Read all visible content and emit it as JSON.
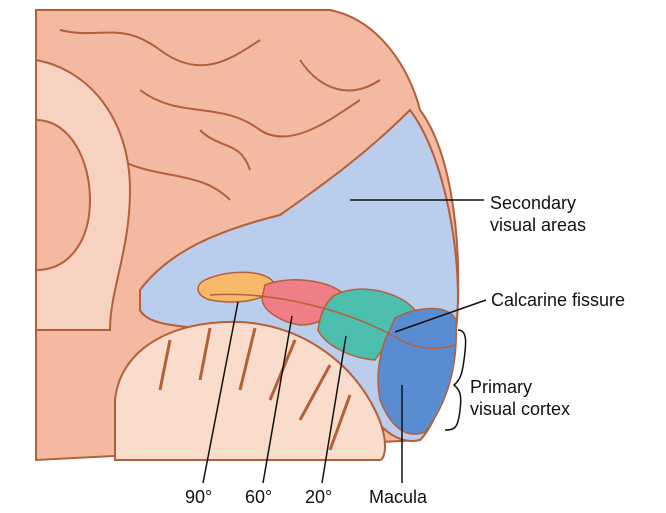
{
  "labels": {
    "secondary_visual_areas": [
      "Secondary",
      "visual areas"
    ],
    "calcarine_fissure": "Calcarine fissure",
    "primary_visual_cortex": [
      "Primary",
      "visual cortex"
    ],
    "deg_90": "90°",
    "deg_60": "60°",
    "deg_20": "20°",
    "macula": "Macula"
  },
  "colors": {
    "cortex": "#f3b9a1",
    "outline": "#b2603a",
    "secondary_area": "#bacdec",
    "zone_90": "#f7b869",
    "zone_60": "#f07e87",
    "zone_20": "#4dbfae",
    "macula": "#5a8cd2",
    "cerebellum": "#f9dccb"
  }
}
